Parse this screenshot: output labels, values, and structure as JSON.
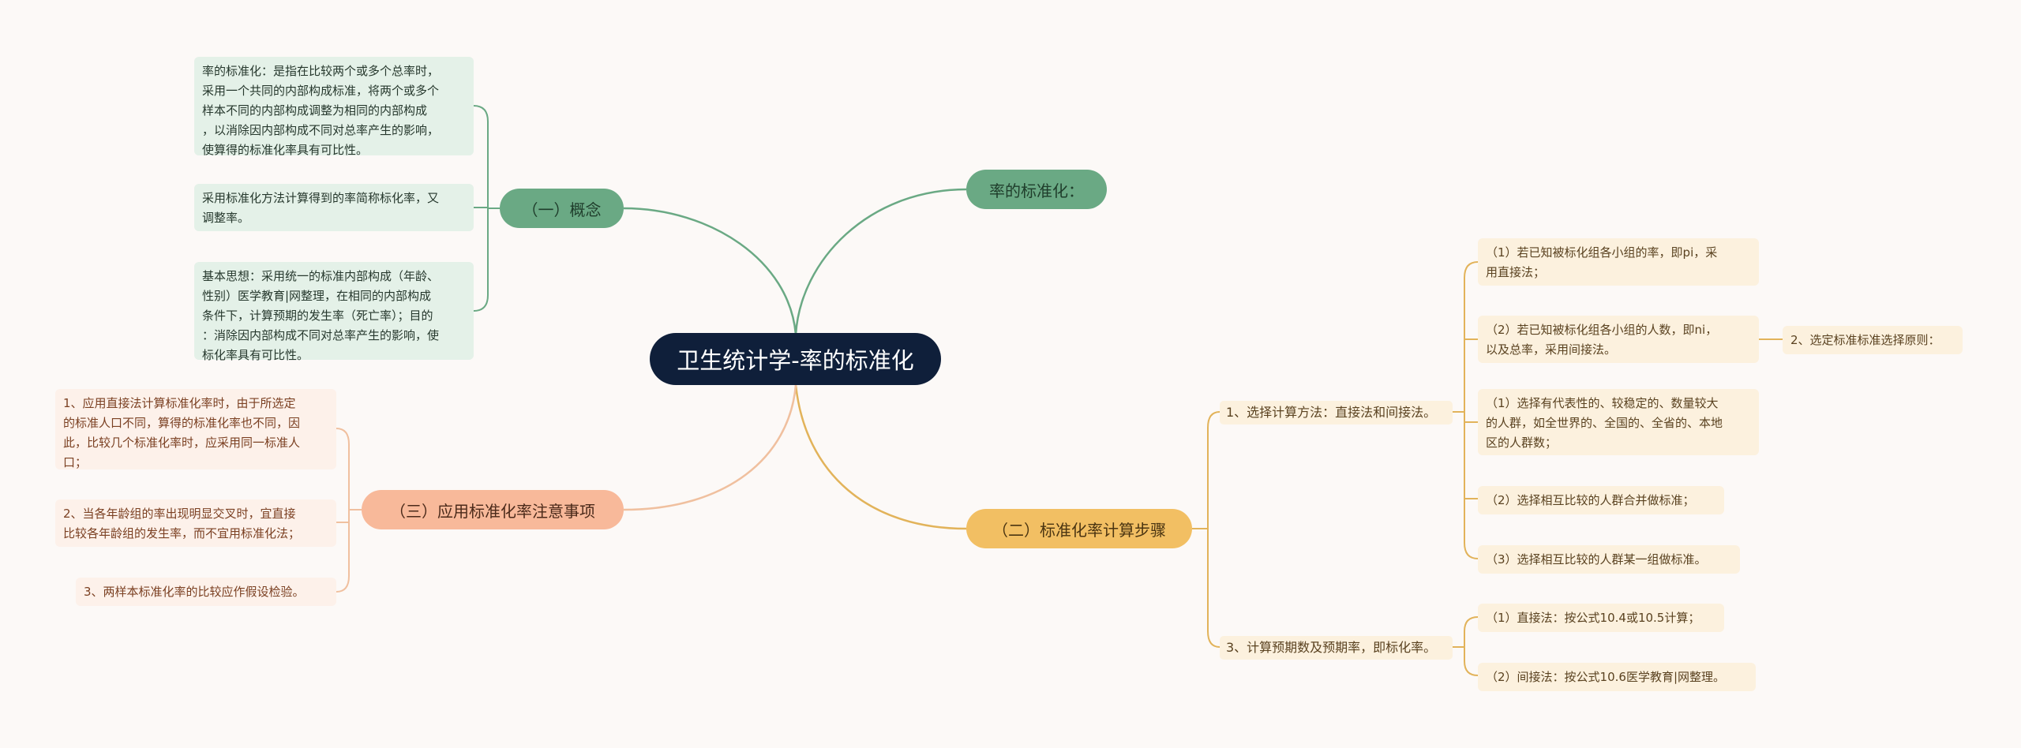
{
  "root": {
    "title": "卫生统计学-率的标准化"
  },
  "branches": {
    "concept": {
      "label": "（一）概念",
      "notes": [
        "率的标准化：是指在比较两个或多个总率时，\n采用一个共同的内部构成标准，将两个或多个\n样本不同的内部构成调整为相同的内部构成\n，以消除因内部构成不同对总率产生的影响，\n使算得的标准化率具有可比性。",
        "采用标准化方法计算得到的率简称标化率，又\n调整率。",
        "基本思想：采用统一的标准内部构成（年龄、\n性别）医学教育|网整理，在相同的内部构成\n条件下，计算预期的发生率（死亡率）；目的\n：消除因内部构成不同对总率产生的影响，使\n标化率具有可比性。"
      ]
    },
    "definition": {
      "label": "率的标准化："
    },
    "steps": {
      "label": "（二）标准化率计算步骤",
      "step1": {
        "label": "1、选择计算方法：直接法和间接法。",
        "children": [
          "（1）若已知被标化组各小组的率，即pi，采\n用直接法；",
          "（2）若已知被标化组各小组的人数，即ni，\n以及总率，采用间接法。",
          "（1）选择有代表性的、较稳定的、数量较大\n的人群，如全世界的、全国的、全省的、本地\n区的人群数；",
          "（2）选择相互比较的人群合并做标准；",
          "（3）选择相互比较的人群某一组做标准。"
        ],
        "side_label": "2、选定标准标准选择原则："
      },
      "step3": {
        "label": "3、计算预期数及预期率，即标化率。",
        "children": [
          "（1）直接法：按公式10.4或10.5计算；",
          "（2）间接法：按公式10.6医学教育|网整理。"
        ]
      }
    },
    "notes": {
      "label": "（三）应用标准化率注意事项",
      "items": [
        "1、应用直接法计算标准化率时，由于所选定\n的标准人口不同，算得的标准化率也不同，因\n此，比较几个标准化率时，应采用同一标准人\n口；",
        "2、当各年龄组的率出现明显交叉时，宜直接\n比较各年龄组的发生率，而不宜用标准化法；",
        "3、两样本标准化率的比较应作假设检验。"
      ]
    }
  },
  "colors": {
    "background": "#fcf9f7",
    "root": "#0f1f3a",
    "green": "#6aa984",
    "yellow": "#f2bf63",
    "peach": "#f8b99a",
    "green_line": "#6aa984",
    "yellow_line": "#e2b35a",
    "peach_line": "#f0c09f"
  }
}
